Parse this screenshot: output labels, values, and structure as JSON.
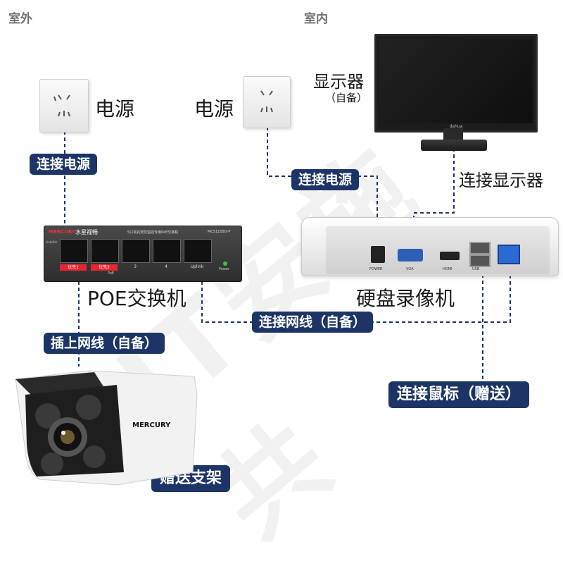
{
  "zones": {
    "outdoor": "室外",
    "indoor": "室内"
  },
  "labels": {
    "power_left": "电源",
    "power_right": "电源",
    "monitor": "显示器",
    "monitor_sub": "（自备）",
    "connect_monitor": "连接显示器",
    "poe_switch": "POE交换机",
    "nvr": "硬盘录像机"
  },
  "badges": {
    "connect_power_left": "连接电源",
    "connect_power_right": "连接电源",
    "connect_network": "连接网线（自备）",
    "plug_network": "插上网线（自备）",
    "connect_mouse": "连接鼠标（赠送）",
    "gift_bracket": "赠送支架"
  },
  "switch_panel": {
    "brand": "MERCURY",
    "brand_cn": "水星视畅",
    "desc": "5口百兆安防监控专用PoE交换机",
    "model": "MCS1105D-P",
    "port1": "优先1",
    "port2": "优先2",
    "port3": "3",
    "port4": "4",
    "uplink": "Uplink",
    "power": "Power",
    "link_act": "Link/Act",
    "poe": "PoE"
  },
  "nvr_panel": {
    "power": "POWER",
    "vga": "VGA",
    "hdmi": "HDMI",
    "usb": "USB"
  },
  "camera": {
    "brand": "MERCURY"
  },
  "monitor_brand": "dahua",
  "watermark": "JT安施共",
  "colors": {
    "badge_bg": "#1d3566",
    "line": "#1d3566",
    "port_red": "#e8252e"
  }
}
